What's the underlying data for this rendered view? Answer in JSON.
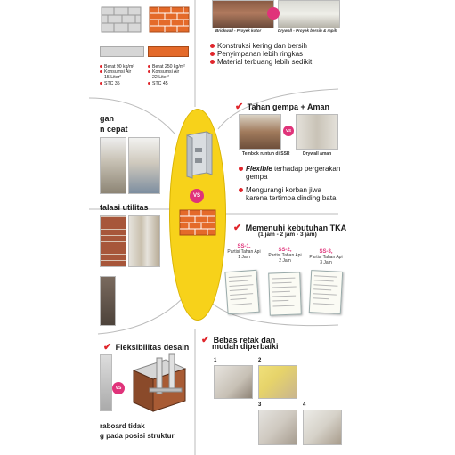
{
  "top_left": {
    "spec_lightweight": [
      "Berat 90 kg/m²",
      "Konsumsi Air",
      "15 Liter²",
      "STC 35"
    ],
    "spec_brick": [
      "Berat 250 kg/m²",
      "Konsumsi Air",
      "22 Liter²",
      "STC 45"
    ]
  },
  "top_right": {
    "caption_brick": "Brickwall - Proyek kotor",
    "caption_drywall": "Drywall - Proyek bersih & rapih",
    "bullets": [
      "Konstruksi kering dan bersih",
      "Penyimpanan lebih ringkas",
      "Material terbuang lebih sedikit"
    ]
  },
  "left_fragments": {
    "fast_line1": "gan",
    "fast_line2": "n cepat",
    "utility": "talasi utilitas"
  },
  "earthquake": {
    "title": "Tahan gempa + Aman",
    "vs": "VS",
    "caption_left": "Tembok runtuh di SSR",
    "caption_right": "Drywall aman",
    "bullet1_em": "Flexible",
    "bullet1_rest": " terhadap pergerakan",
    "bullet1_line2": "gempa",
    "bullet2_line1": "Mengurangi korban jiwa",
    "bullet2_line2": "karena tertimpa dinding bata"
  },
  "center": {
    "vs": "VS"
  },
  "fire": {
    "title": "Memenuhi kebutuhan TKA",
    "subtitle": "(1 jam - 2 jam - 3 jam)",
    "certs": [
      {
        "code": "SS-1,",
        "line1": "Partisi Tahan Api",
        "line2": "1 Jam"
      },
      {
        "code": "SS-2,",
        "line1": "Partisi Tahan Api",
        "line2": "2 Jam"
      },
      {
        "code": "SS-3,",
        "line1": "Partisi Tahan Api",
        "line2": "3 Jam"
      }
    ]
  },
  "flex": {
    "title": "Fleksibilitas desain",
    "vs": "VS",
    "line1": "raboard tidak",
    "line2": "g pada posisi struktur"
  },
  "repair": {
    "title_line1": "Bebas retak dan",
    "title_line2": "mudah diperbaiki",
    "steps": [
      "1",
      "2",
      "3",
      "4"
    ]
  },
  "colors": {
    "accent_red": "#e0262c",
    "oval_yellow": "#f7d21a",
    "brick_orange": "#e46a2a",
    "pink": "#e0337a"
  }
}
